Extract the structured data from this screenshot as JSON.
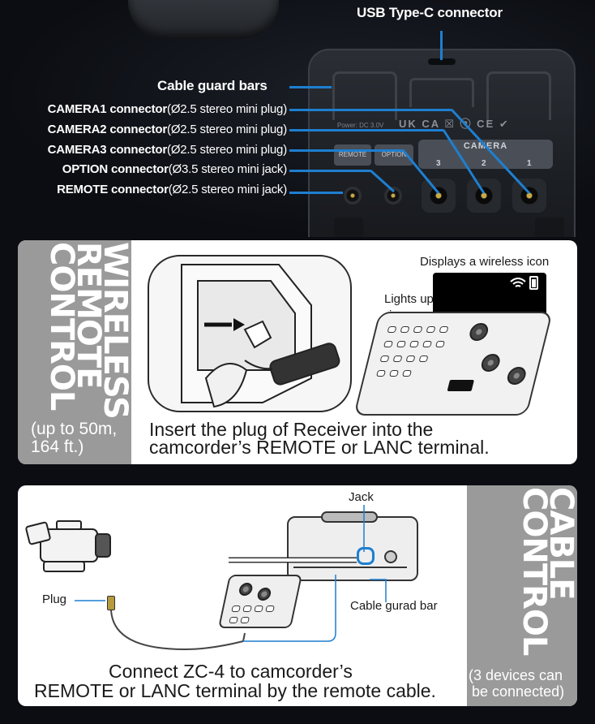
{
  "colors": {
    "accent_line": "#1e7fd0",
    "panel_gray": "#9a9a9a",
    "background": "#0b0d12"
  },
  "device": {
    "usb_label": "USB Type-C connector",
    "guard_label": "Cable guard bars",
    "power_text": "Power: DC 3.0V",
    "marks": "UK CA ☒ ⓔ CE ✔",
    "panel": {
      "remote": "REMOTE",
      "option": "OPTION",
      "camera": "CAMERA",
      "n3": "3",
      "n2": "2",
      "n1": "1"
    },
    "connectors": [
      {
        "name": "CAMERA1 connector",
        "spec": "(Ø2.5 stereo mini plug)"
      },
      {
        "name": "CAMERA2 connector",
        "spec": "(Ø2.5 stereo mini plug)"
      },
      {
        "name": "CAMERA3 connector",
        "spec": "(Ø2.5 stereo mini plug)"
      },
      {
        "name": "OPTION connector",
        "spec": "(Ø3.5 stereo mini jack)"
      },
      {
        "name": "REMOTE connector",
        "spec": "(Ø2.5 stereo mini jack)"
      }
    ]
  },
  "wireless": {
    "title": "WIRELESS\nREMOTE\nCONTROL",
    "range_note_1": "(up to 50m,",
    "range_note_2": "164 ft.)",
    "display_note": "Displays a wireless icon",
    "lights_note_1": "Lights up",
    "lights_note_2": "in green",
    "caption_1": "Insert the plug of Receiver into the",
    "caption_2": "camcorder’s REMOTE or LANC terminal."
  },
  "cable": {
    "title": "CABLE\nCONTROL",
    "count_note_1": "(3 devices can",
    "count_note_2": "be connected)",
    "jack_label": "Jack",
    "plug_label": "Plug",
    "guard_bar_label": "Cable gurad bar",
    "caption_1": "Connect ZC-4 to camcorder’s",
    "caption_2": "REMOTE or LANC terminal by the remote cable."
  }
}
